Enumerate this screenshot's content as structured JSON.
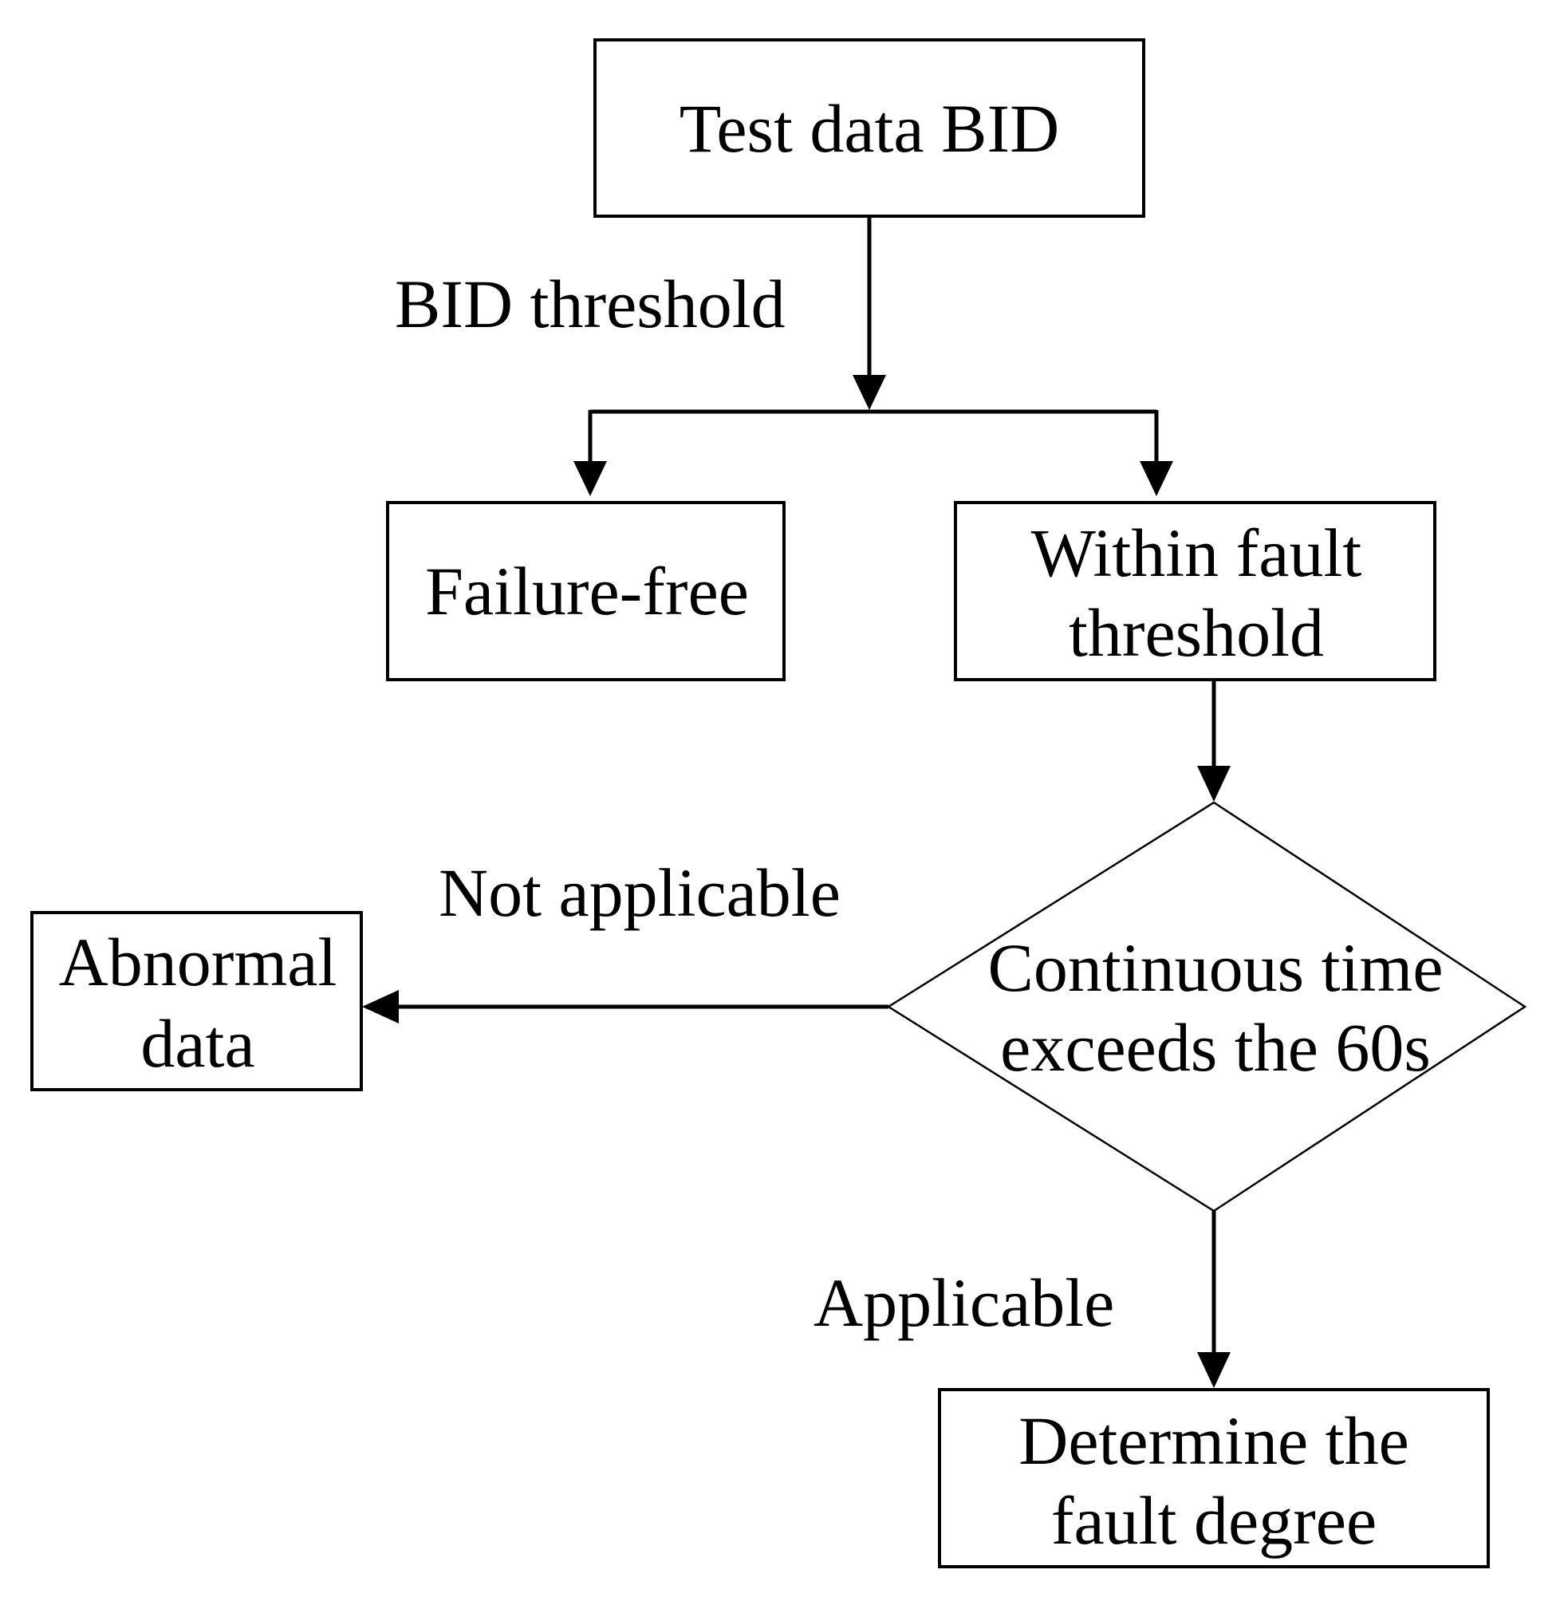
{
  "nodes": {
    "test_data": "Test data BID",
    "failure_free": "Failure-free",
    "within_fault_line1": "Within fault",
    "within_fault_line2": "threshold",
    "continuous_line1": "Continuous time",
    "continuous_line2": "exceeds the 60s",
    "abnormal_line1": "Abnormal",
    "abnormal_line2": "data",
    "determine_line1": "Determine the",
    "determine_line2": "fault degree"
  },
  "edge_labels": {
    "bid_threshold": "BID threshold",
    "not_applicable": "Not applicable",
    "applicable": "Applicable"
  }
}
